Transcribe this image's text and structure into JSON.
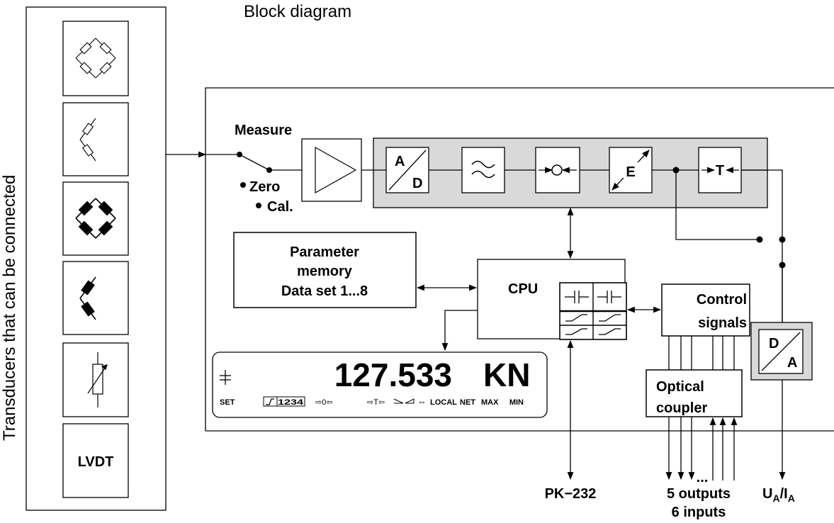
{
  "title": "Block diagram",
  "side_label": "Transducers that can be connected",
  "transducers": {
    "lvdt_label": "LVDT"
  },
  "switch": {
    "measure": "Measure",
    "zero": "Zero",
    "cal": "Cal."
  },
  "chain": {
    "ad_a": "A",
    "ad_d": "D",
    "e_label": "E",
    "t_label": "T"
  },
  "parameter_memory": {
    "line1": "Parameter",
    "line2": "memory",
    "line3": "Data set 1...8"
  },
  "cpu_label": "CPU",
  "control_signals": {
    "line1": "Control",
    "line2": "signals"
  },
  "optical_coupler": {
    "line1": "Optical",
    "line2": "coupler"
  },
  "da": {
    "d": "D",
    "a": "A"
  },
  "display": {
    "value": "127.533",
    "unit": "KN",
    "set": "SET",
    "steps": "1234",
    "zero_ind": "⇨0⇦",
    "tare_ind": "⇨T⇦",
    "local": "LOCAL",
    "net": "NET",
    "max": "MAX",
    "min": "MIN"
  },
  "outputs": {
    "pk232": "PK−232",
    "io_line1": "5 outputs",
    "io_line2": "6 inputs",
    "dots": "...",
    "analog_u": "U",
    "analog_sub_a1": "A",
    "analog_slash": "/I",
    "analog_sub_a2": "A"
  }
}
